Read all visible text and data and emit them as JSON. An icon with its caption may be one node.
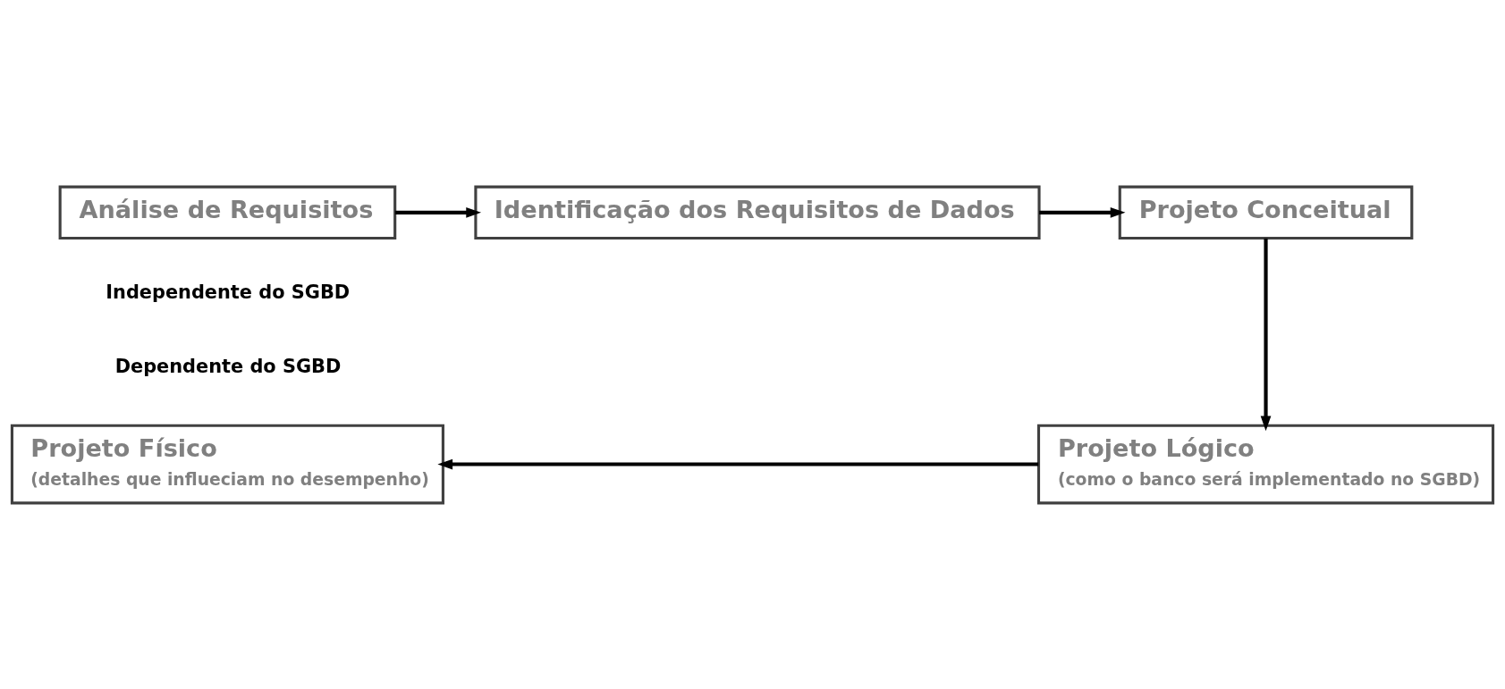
{
  "diagram": {
    "nodes": [
      {
        "text": [
          "Análise de Requisitos"
        ]
      },
      {
        "text": [
          "Identificação dos Requisitos de Dados"
        ]
      },
      {
        "text": [
          "Projeto Conceitual"
        ]
      },
      {
        "text": [
          "Projeto Lógico",
          "(como o banco será implementado no SGBD)"
        ]
      },
      {
        "text": [
          "Projeto Físico",
          "(detalhes que influeciam no desempenho)"
        ]
      }
    ],
    "edges": [
      {
        "from": 0,
        "to": 1,
        "arrow": "to"
      },
      {
        "from": 1,
        "to": 2,
        "arrow": "to"
      },
      {
        "from": 2,
        "to": 3,
        "arrow": "to"
      },
      {
        "from": 3,
        "to": 4,
        "arrow": "to"
      }
    ],
    "labels": [
      "Independente do SGBD",
      "Dependente do SGBD"
    ]
  }
}
